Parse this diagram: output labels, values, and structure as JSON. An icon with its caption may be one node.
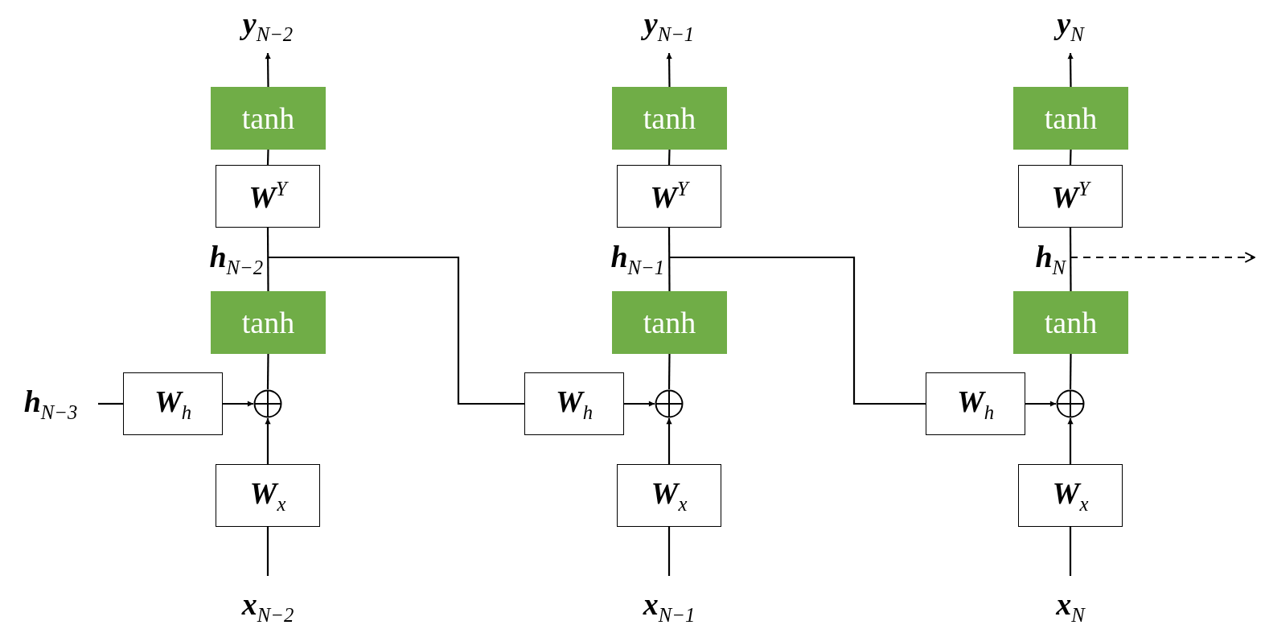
{
  "diagram": {
    "nodes": [
      {
        "text": [
          "**y**$_{N−2}$"
        ]
      },
      {
        "text": [
          "tanh"
        ]
      },
      {
        "text": [
          "**W**$^{Y}$"
        ]
      },
      {
        "text": [
          "**h**$_{N−2}$"
        ]
      },
      {
        "text": [
          "tanh"
        ]
      },
      {
        "text": [
          "**W**$_{h}$"
        ]
      },
      {
        "text": [],
        "shape": "circle"
      },
      {
        "text": [
          "**W**$_{x}$"
        ]
      },
      {
        "text": [
          "**x**$_{N−2}$"
        ]
      },
      {
        "text": [
          "**h**$_{N−3}$"
        ]
      },
      {
        "text": [
          "**y**$_{N−1}$"
        ]
      },
      {
        "text": [
          "tanh"
        ]
      },
      {
        "text": [
          "**W**$^{Y}$"
        ]
      },
      {
        "text": [
          "**h**$_{N−1}$"
        ]
      },
      {
        "text": [
          "tanh"
        ]
      },
      {
        "text": [
          "**W**$_{h}$"
        ]
      },
      {
        "text": [],
        "shape": "circle"
      },
      {
        "text": [
          "**W**$_{x}$"
        ]
      },
      {
        "text": [
          "**x**$_{N−1}$"
        ]
      },
      {
        "text": [
          "**y**$_{N}$"
        ]
      },
      {
        "text": [
          "tanh"
        ]
      },
      {
        "text": [
          "**W**$^{Y}$"
        ]
      },
      {
        "text": [
          "**h**$_{N}$"
        ]
      },
      {
        "text": [
          "tanh"
        ]
      },
      {
        "text": [
          "**W**$_{h}$"
        ]
      },
      {
        "text": [],
        "shape": "circle"
      },
      {
        "text": [
          "**W**$_{x}$"
        ]
      },
      {
        "text": [
          "**x**$_{N}$"
        ]
      }
    ],
    "edges": [
      {
        "from": 1,
        "to": 0,
        "arrow": "to"
      },
      {
        "from": 2,
        "to": 1,
        "arrow": "none"
      },
      {
        "from": 4,
        "to": 2,
        "arrow": "none"
      },
      {
        "from": 6,
        "to": 4,
        "arrow": "none"
      },
      {
        "from": 5,
        "to": 6,
        "arrow": "to"
      },
      {
        "from": 7,
        "to": 6,
        "arrow": "to"
      },
      {
        "from": 8,
        "to": 7,
        "arrow": "none"
      },
      {
        "from": 9,
        "to": 5,
        "arrow": "none"
      },
      {
        "from": 3,
        "to": 15,
        "arrow": "none"
      },
      {
        "from": 11,
        "to": 10,
        "arrow": "to"
      },
      {
        "from": 12,
        "to": 11,
        "arrow": "none"
      },
      {
        "from": 14,
        "to": 12,
        "arrow": "none"
      },
      {
        "from": 16,
        "to": 14,
        "arrow": "none"
      },
      {
        "from": 15,
        "to": 16,
        "arrow": "to"
      },
      {
        "from": 17,
        "to": 16,
        "arrow": "to"
      },
      {
        "from": 18,
        "to": 17,
        "arrow": "none"
      },
      {
        "from": 13,
        "to": 24,
        "arrow": "none"
      },
      {
        "from": 20,
        "to": 19,
        "arrow": "to"
      },
      {
        "from": 21,
        "to": 20,
        "arrow": "none"
      },
      {
        "from": 23,
        "to": 21,
        "arrow": "none"
      },
      {
        "from": 25,
        "to": 23,
        "arrow": "none"
      },
      {
        "from": 24,
        "to": 25,
        "arrow": "to"
      },
      {
        "from": 26,
        "to": 25,
        "arrow": "to"
      },
      {
        "from": 27,
        "to": 26,
        "arrow": "none"
      },
      {
        "from": 22,
        "to": null,
        "arrow": "to",
        "style": "dashed"
      }
    ]
  }
}
